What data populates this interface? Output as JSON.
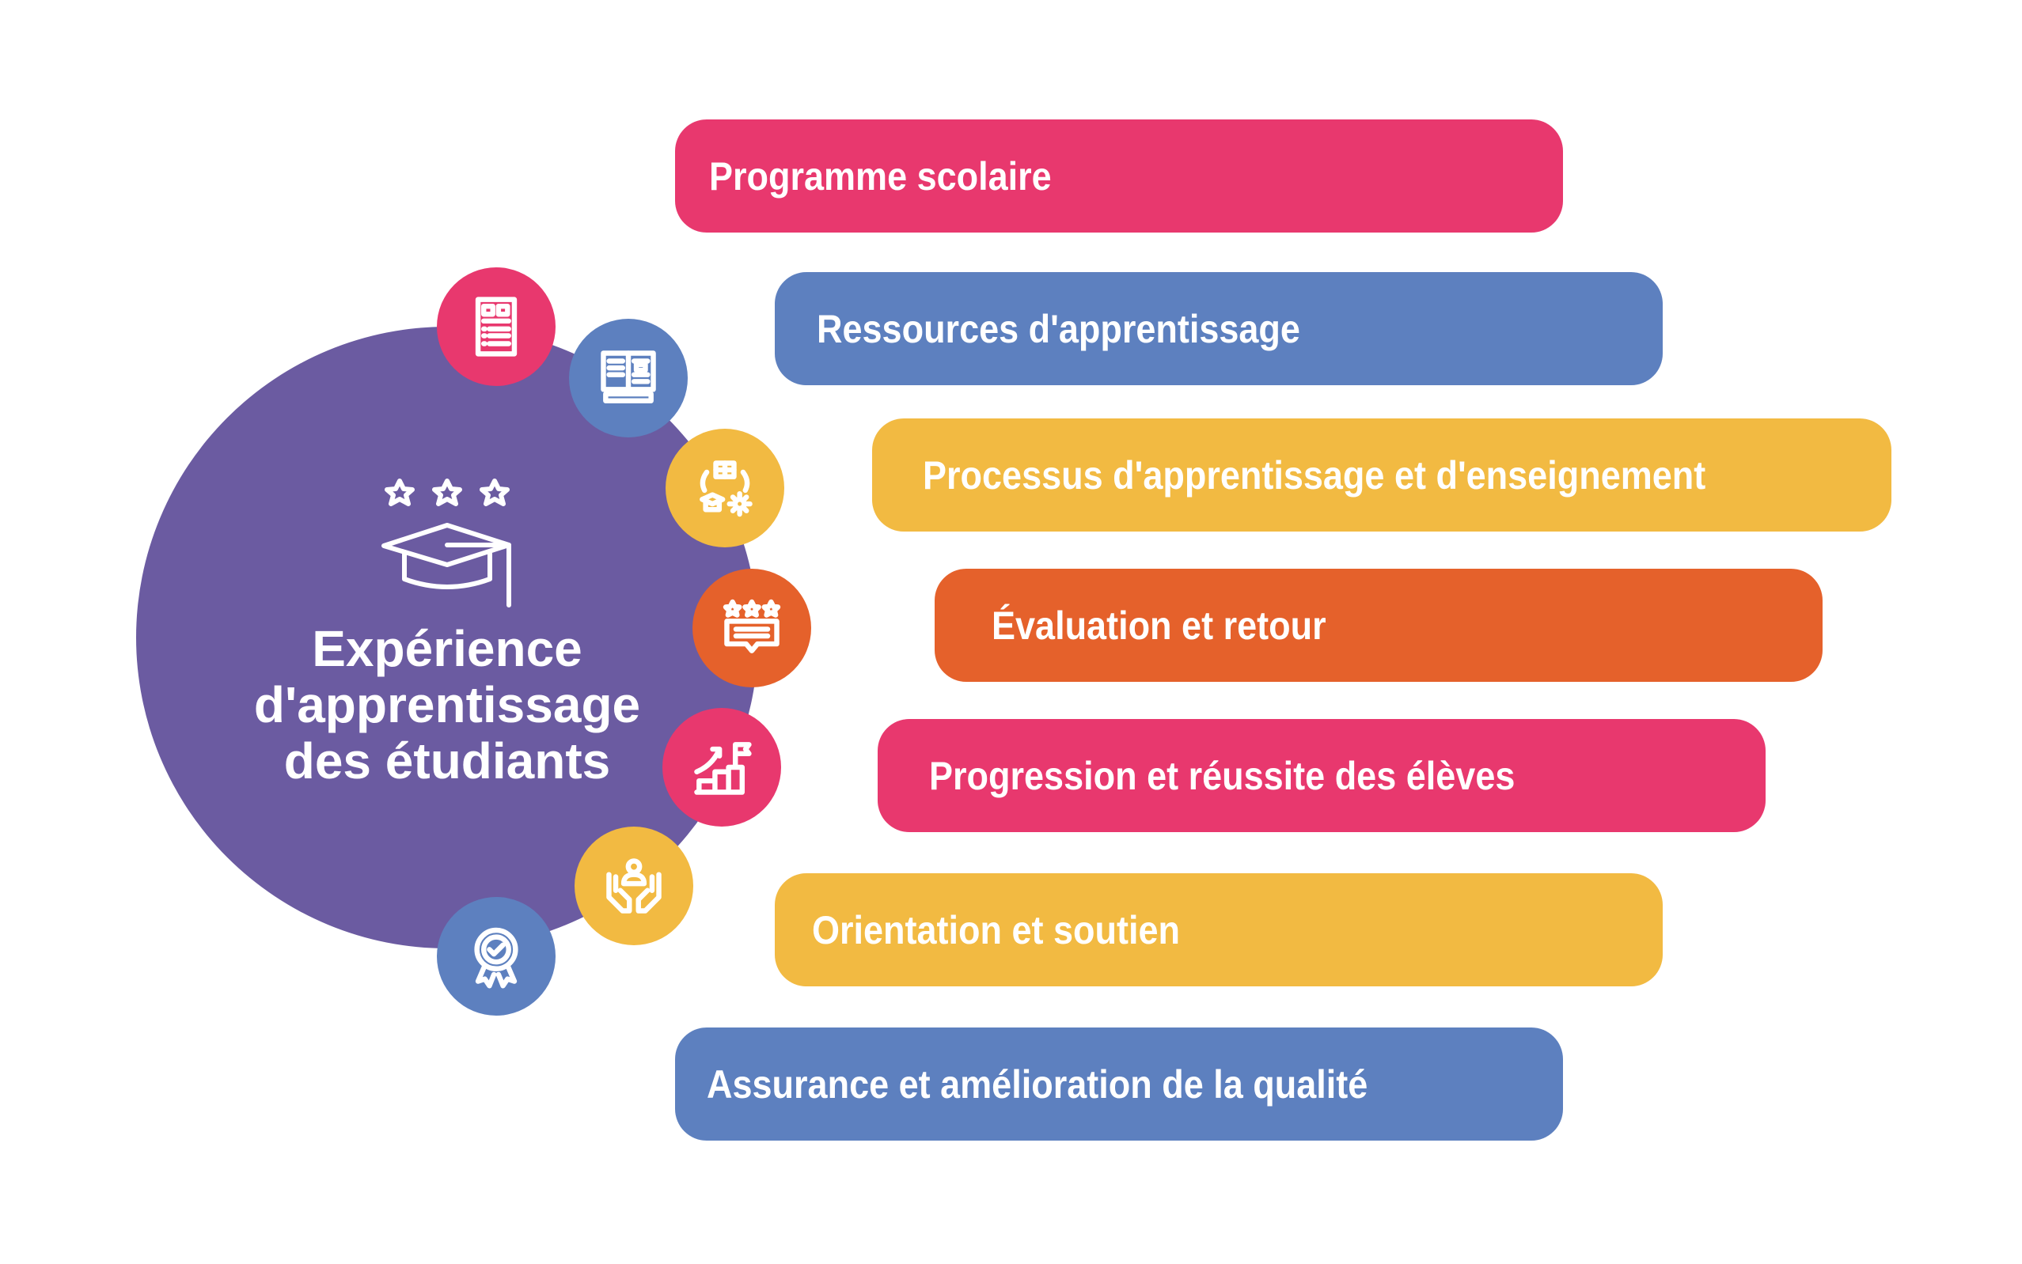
{
  "center": {
    "title_lines": [
      "Expérience",
      "d'apprentissage",
      "des étudiants"
    ],
    "icon": "graduation-cap-with-stars-icon",
    "color": "#6B5BA1"
  },
  "items": [
    {
      "label": "Programme scolaire",
      "color": "#E8386E",
      "icon": "document-checklist-icon"
    },
    {
      "label": "Ressources d'apprentissage",
      "color": "#5D80BF",
      "icon": "open-book-icon"
    },
    {
      "label": "Processus d'apprentissage et d'enseignement",
      "color": "#F2BA42",
      "icon": "learning-process-icon"
    },
    {
      "label": "Évaluation et retour",
      "color": "#E5612B",
      "icon": "rating-feedback-icon"
    },
    {
      "label": "Progression et réussite des élèves",
      "color": "#E8386E",
      "icon": "growth-chart-flag-icon"
    },
    {
      "label": "Orientation et soutien",
      "color": "#F2BA42",
      "icon": "supporting-hands-icon"
    },
    {
      "label": "Assurance et amélioration de la qualité",
      "color": "#5D80BF",
      "icon": "quality-badge-icon"
    }
  ]
}
